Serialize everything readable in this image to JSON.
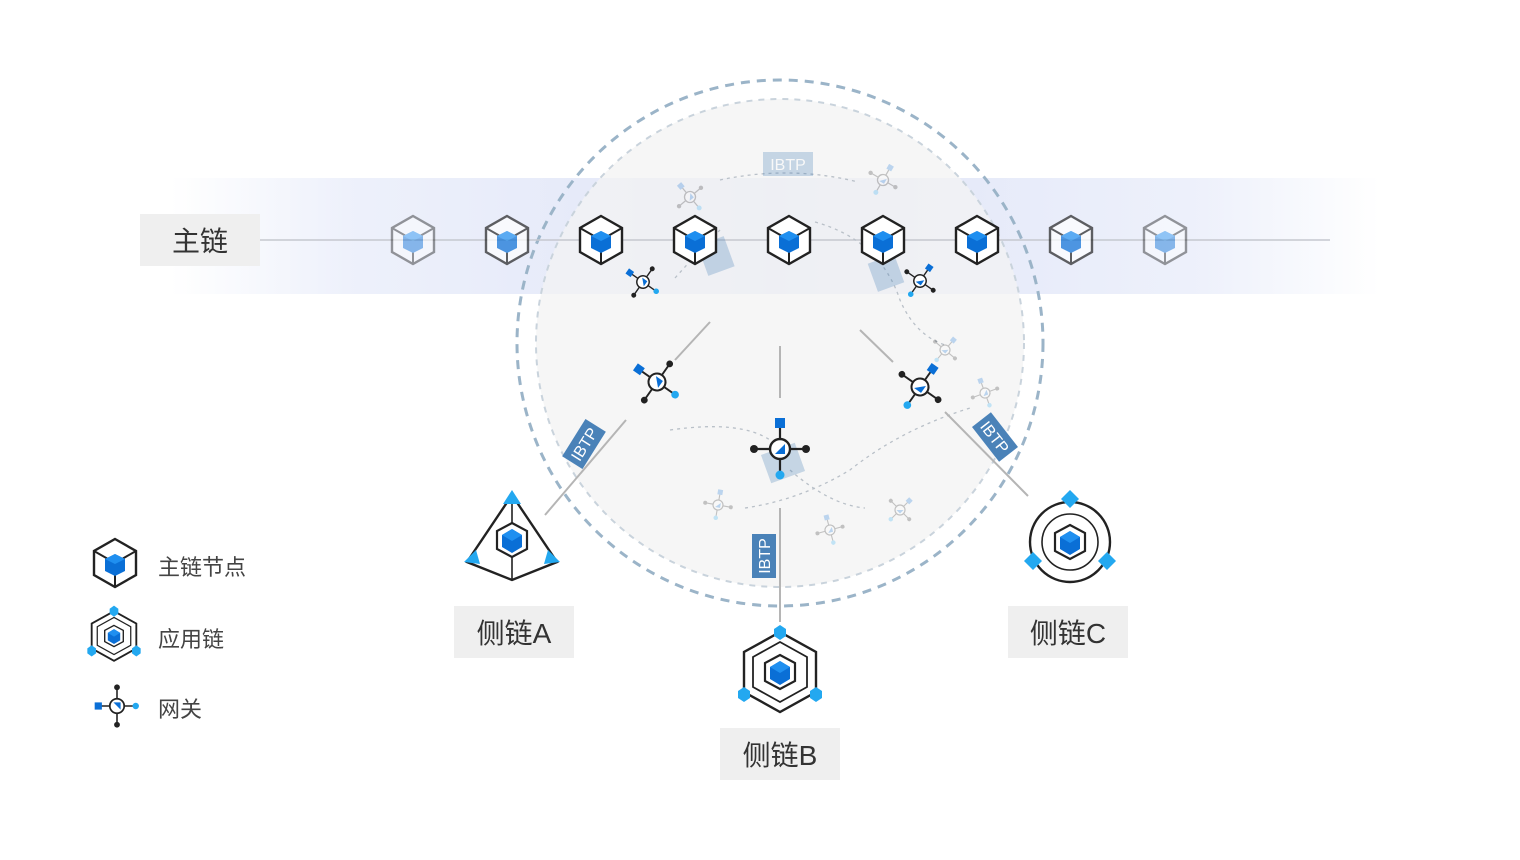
{
  "main_chain": {
    "label": "主链",
    "node_count": 9
  },
  "ibtp_label": "IBTP",
  "side_chains": [
    {
      "label": "侧链A",
      "icon": "triangle-app-chain-icon"
    },
    {
      "label": "侧链B",
      "icon": "hexagon-app-chain-icon"
    },
    {
      "label": "侧链C",
      "icon": "circle-app-chain-icon"
    }
  ],
  "legend": [
    {
      "label": "主链节点",
      "icon": "cube-node-icon"
    },
    {
      "label": "应用链",
      "icon": "app-chain-icon"
    },
    {
      "label": "网关",
      "icon": "gateway-icon"
    }
  ],
  "colors": {
    "accent_blue": "#0a6fd6",
    "light_blue": "#23a8f0",
    "dark": "#1f1f1f",
    "ibtp_bg": "#4a82b8",
    "ring": "#9bb4c8"
  }
}
